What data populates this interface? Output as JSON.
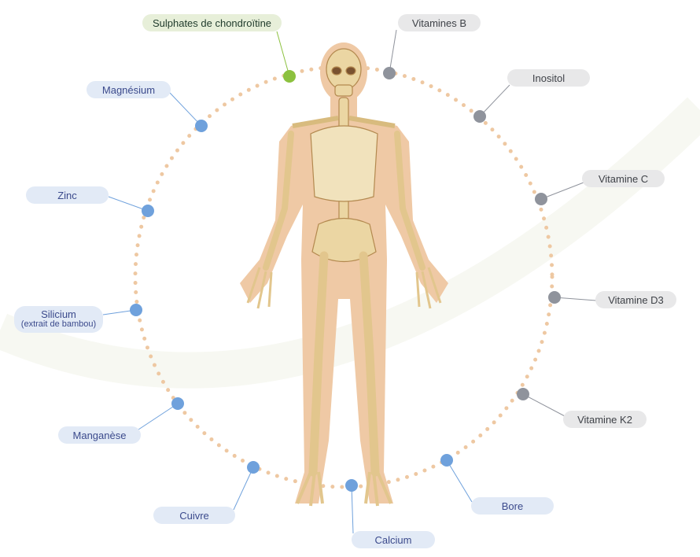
{
  "colors": {
    "dotted_ring": "#eec8a2",
    "blue": "#6fa1dc",
    "grey": "#8f939c",
    "green": "#8cc13f"
  },
  "nutrients": {
    "chondroitin": "Sulphates de chondroïtine",
    "vitamins_b": "Vitamines B",
    "inositol": "Inositol",
    "vitamin_c": "Vitamine C",
    "vitamin_d3": "Vitamine D3",
    "vitamin_k2": "Vitamine K2",
    "boron": "Bore",
    "calcium": "Calcium",
    "copper": "Cuivre",
    "manganese": "Manganèse",
    "silicon": "Silicium",
    "silicon_note": "(extrait de bambou)",
    "zinc": "Zinc",
    "magnesium": "Magnésium"
  }
}
